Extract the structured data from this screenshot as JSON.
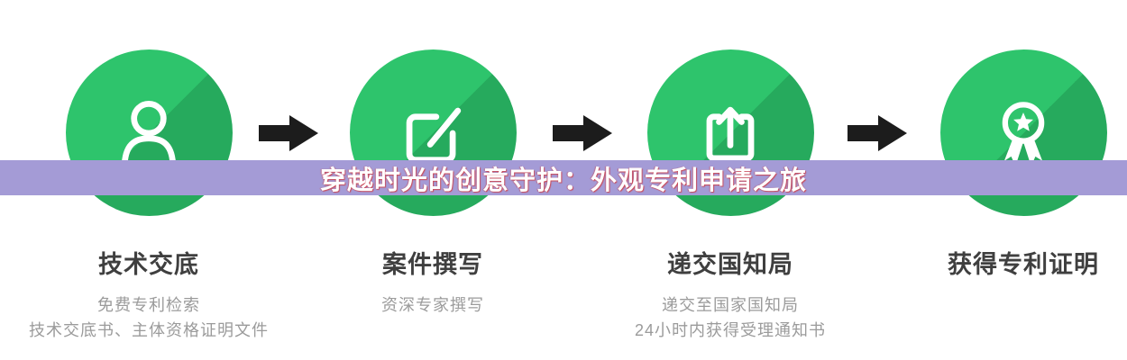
{
  "banner": {
    "text": "穿越时光的创意守护：外观专利申请之旅",
    "bg_color": "#a49bd6",
    "text_color": "#ffffff",
    "text_shadow_color": "#d63030"
  },
  "steps": [
    {
      "icon": "user-icon",
      "title": "技术交底",
      "subtitles": [
        "免费专利检索",
        "技术交底书、主体资格证明文件"
      ]
    },
    {
      "icon": "edit-icon",
      "title": "案件撰写",
      "subtitles": [
        "资深专家撰写"
      ]
    },
    {
      "icon": "upload-icon",
      "title": "递交国知局",
      "subtitles": [
        "递交至国家国知局",
        "24小时内获得受理通知书"
      ]
    },
    {
      "icon": "award-icon",
      "title": "获得专利证明",
      "subtitles": []
    }
  ],
  "colors": {
    "circle_green_light": "#2ec46c",
    "circle_green_dark": "#26aa5d",
    "arrow_black": "#1c1c1c",
    "title_gray": "#3f3f3f",
    "subtitle_gray": "#9b9b9b",
    "background": "#ffffff"
  }
}
